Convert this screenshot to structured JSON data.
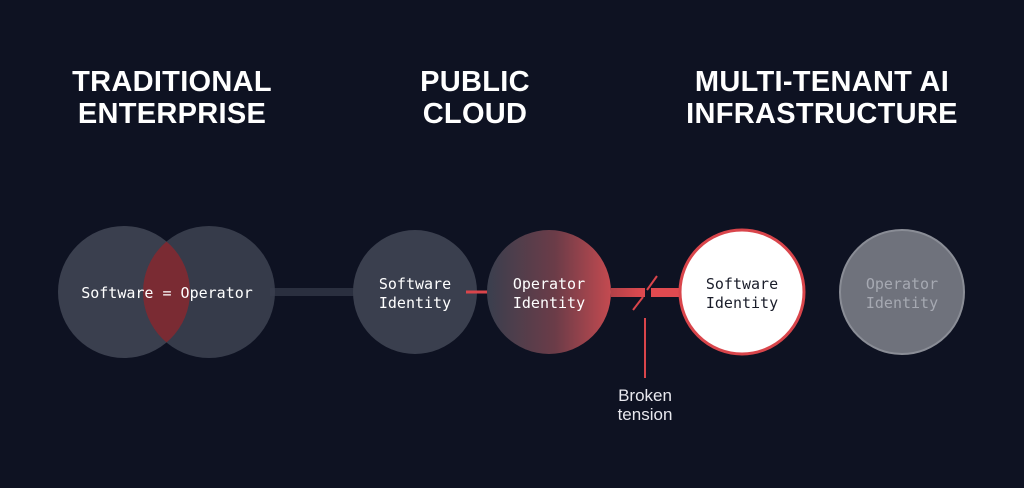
{
  "columns": [
    {
      "title_line1": "TRADITIONAL",
      "title_line2": "ENTERPRISE"
    },
    {
      "title_line1": "PUBLIC",
      "title_line2": "CLOUD"
    },
    {
      "title_line1": "MULTI-TENANT AI",
      "title_line2": "INFRASTRUCTURE"
    }
  ],
  "traditional": {
    "label": "Software = Operator"
  },
  "public_cloud": {
    "software": {
      "line1": "Software",
      "line2": "Identity"
    },
    "operator": {
      "line1": "Operator",
      "line2": "Identity"
    }
  },
  "multi_tenant": {
    "software": {
      "line1": "Software",
      "line2": "Identity"
    },
    "operator": {
      "line1": "Operator",
      "line2": "Identity"
    }
  },
  "annotation": {
    "line1": "Broken",
    "line2": "tension"
  },
  "colors": {
    "background": "#0e1222",
    "accent_red": "#d9454b",
    "circle_fill": "#3a3f4e",
    "muted_circle": "#6f727c",
    "connector": "#2a2f3f"
  }
}
